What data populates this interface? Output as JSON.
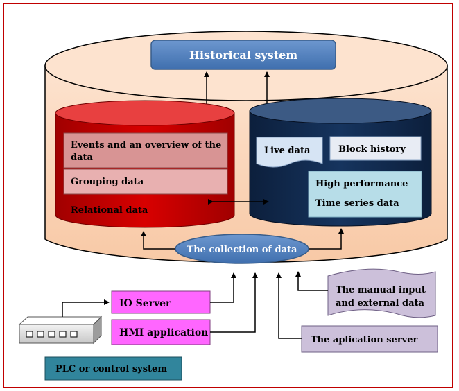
{
  "diagram": {
    "historical_system": "Historical system",
    "relational": {
      "events_line1": "Events and an overview of the",
      "events_line2": "data",
      "grouping": "Grouping data",
      "label": "Relational data"
    },
    "timeseries": {
      "live": "Live data",
      "block_history": "Block history",
      "high_perf_line1": "High performance",
      "high_perf_line2": "Time series data"
    },
    "collection": "The collection of data",
    "io_server": "IO Server",
    "hmi": "HMI application",
    "plc": "PLC or control system",
    "manual_line1": "The manual input",
    "manual_line2": "and external data",
    "app_server": "The aplication server"
  },
  "colors": {
    "outer_cylinder": "#fbd6b8",
    "relational_cylinder": "#c00000",
    "timeseries_cylinder": "#10284a",
    "historical_box": "#4f81bd",
    "collection_ellipse": "#4f81bd",
    "io_hmi_boxes": "#ff66ff",
    "plc_box": "#31859c",
    "app_server_box": "#ccc0da",
    "manual_input": "#ccc0da",
    "high_perf_box": "#b7dde8"
  }
}
